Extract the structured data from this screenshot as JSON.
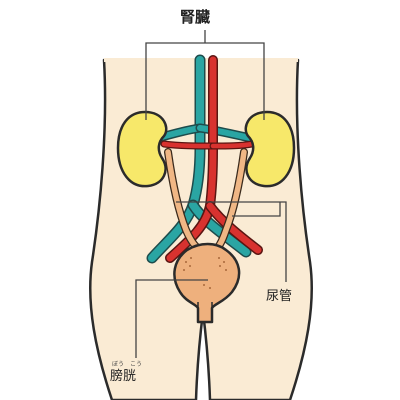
{
  "labels": {
    "kidney": "腎臓",
    "ureter": "尿管",
    "bladder": "膀胱",
    "bladder_ruby": [
      "ぼう",
      "こう"
    ]
  },
  "colors": {
    "skin": "#faebd4",
    "outline": "#2b2b2b",
    "kidney": "#f7e86a",
    "vein": "#2aa5a3",
    "artery": "#d8322f",
    "ureter": "#f0b785",
    "bladder": "#eeb07d",
    "leader_line": "#444444"
  }
}
